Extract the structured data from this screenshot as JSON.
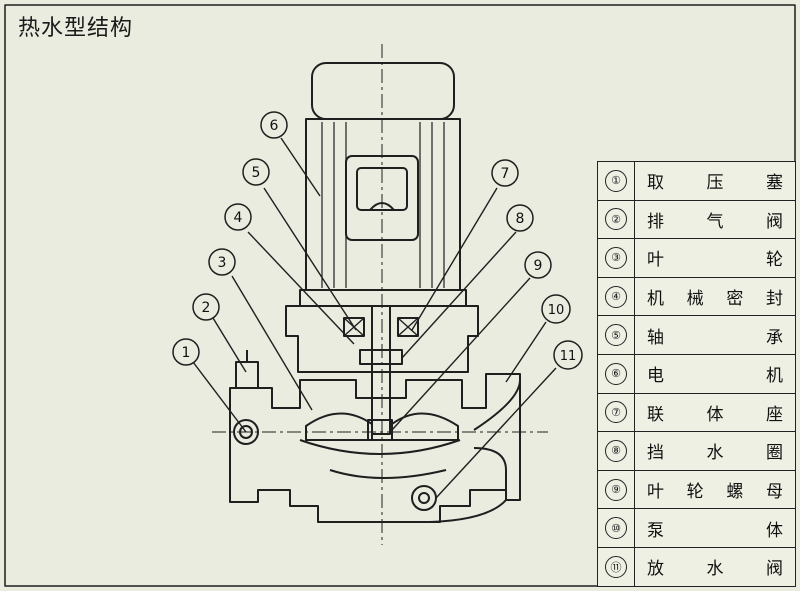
{
  "title": "热水型结构",
  "callout_numbers": [
    "1",
    "2",
    "3",
    "4",
    "5",
    "6",
    "7",
    "8",
    "9",
    "10",
    "11"
  ],
  "legend": [
    {
      "num": "①",
      "name": "取压塞"
    },
    {
      "num": "②",
      "name": "排气阀"
    },
    {
      "num": "③",
      "name": "叶轮"
    },
    {
      "num": "④",
      "name": "机械密封"
    },
    {
      "num": "⑤",
      "name": "轴承"
    },
    {
      "num": "⑥",
      "name": "电机"
    },
    {
      "num": "⑦",
      "name": "联体座"
    },
    {
      "num": "⑧",
      "name": "挡水圈"
    },
    {
      "num": "⑨",
      "name": "叶轮螺母"
    },
    {
      "num": "⑩",
      "name": "泵体"
    },
    {
      "num": "⑪",
      "name": "放水阀"
    }
  ],
  "colors": {
    "background": "#e9ecdf",
    "line": "#1f1f1f"
  }
}
